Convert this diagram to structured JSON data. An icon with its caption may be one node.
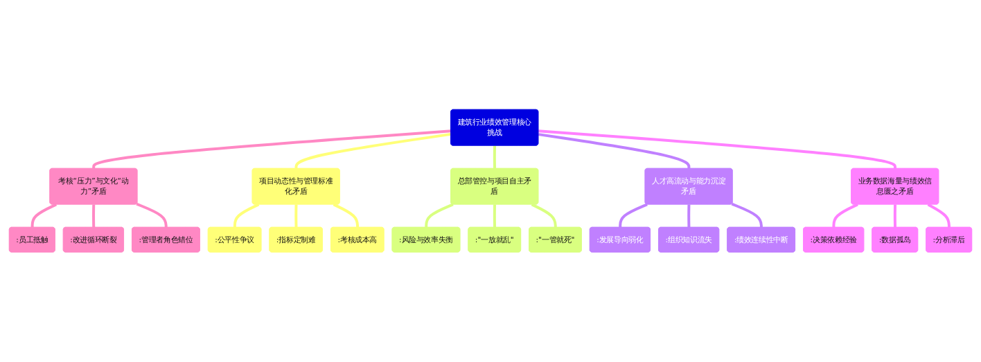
{
  "diagram": {
    "nodes": [
      {
        "text": [
          "建筑行业绩效管理核心挑战"
        ]
      },
      {
        "text": [
          "考核“压力”与文化“动力”矛盾"
        ]
      },
      {
        "text": [
          ":员工抵触"
        ]
      },
      {
        "text": [
          ":改进循环断裂"
        ]
      },
      {
        "text": [
          ":管理者角色错位"
        ]
      },
      {
        "text": [
          "项目动态性与管理标准化矛盾"
        ]
      },
      {
        "text": [
          ":公平性争议"
        ]
      },
      {
        "text": [
          ":指标定制难"
        ]
      },
      {
        "text": [
          ":考核成本高"
        ]
      },
      {
        "text": [
          "总部管控与项目自主矛盾"
        ]
      },
      {
        "text": [
          ":风险与效率失衡"
        ]
      },
      {
        "text": [
          ":\"一放就乱\""
        ]
      },
      {
        "text": [
          ":\"一管就死\""
        ]
      },
      {
        "text": [
          "人才高流动与能力沉淀矛盾"
        ]
      },
      {
        "text": [
          ":发展导向弱化"
        ]
      },
      {
        "text": [
          ":组织知识流失"
        ]
      },
      {
        "text": [
          ":绩效连续性中断"
        ]
      },
      {
        "text": [
          "业务数据海量与绩效信息匮之矛盾"
        ]
      },
      {
        "text": [
          ":决策依赖经验"
        ]
      },
      {
        "text": [
          ":数据孤岛"
        ]
      },
      {
        "text": [
          ":分析滞后"
        ]
      }
    ],
    "edges": [
      {
        "from": 0,
        "to": 1,
        "arrow": "none",
        "color": "#ff88c4"
      },
      {
        "from": 1,
        "to": 2,
        "arrow": "none",
        "color": "#ff88c4"
      },
      {
        "from": 1,
        "to": 3,
        "arrow": "none",
        "color": "#ff88c4"
      },
      {
        "from": 1,
        "to": 4,
        "arrow": "none",
        "color": "#ff88c4"
      },
      {
        "from": 0,
        "to": 5,
        "arrow": "none",
        "color": "#ffff78"
      },
      {
        "from": 5,
        "to": 6,
        "arrow": "none",
        "color": "#ffff78"
      },
      {
        "from": 5,
        "to": 7,
        "arrow": "none",
        "color": "#ffff78"
      },
      {
        "from": 5,
        "to": 8,
        "arrow": "none",
        "color": "#ffff78"
      },
      {
        "from": 0,
        "to": 9,
        "arrow": "none",
        "color": "#d9ff80"
      },
      {
        "from": 9,
        "to": 10,
        "arrow": "none",
        "color": "#d9ff80"
      },
      {
        "from": 9,
        "to": 11,
        "arrow": "none",
        "color": "#d9ff80"
      },
      {
        "from": 9,
        "to": 12,
        "arrow": "none",
        "color": "#d9ff80"
      },
      {
        "from": 0,
        "to": 13,
        "arrow": "none",
        "color": "#c080ff"
      },
      {
        "from": 13,
        "to": 14,
        "arrow": "none",
        "color": "#c080ff"
      },
      {
        "from": 13,
        "to": 15,
        "arrow": "none",
        "color": "#c080ff"
      },
      {
        "from": 13,
        "to": 16,
        "arrow": "none",
        "color": "#c080ff"
      },
      {
        "from": 0,
        "to": 17,
        "arrow": "none",
        "color": "#ff80ff"
      },
      {
        "from": 17,
        "to": 18,
        "arrow": "none",
        "color": "#ff80ff"
      },
      {
        "from": 17,
        "to": 19,
        "arrow": "none",
        "color": "#ff80ff"
      },
      {
        "from": 17,
        "to": 20,
        "arrow": "none",
        "color": "#ff80ff"
      }
    ]
  }
}
